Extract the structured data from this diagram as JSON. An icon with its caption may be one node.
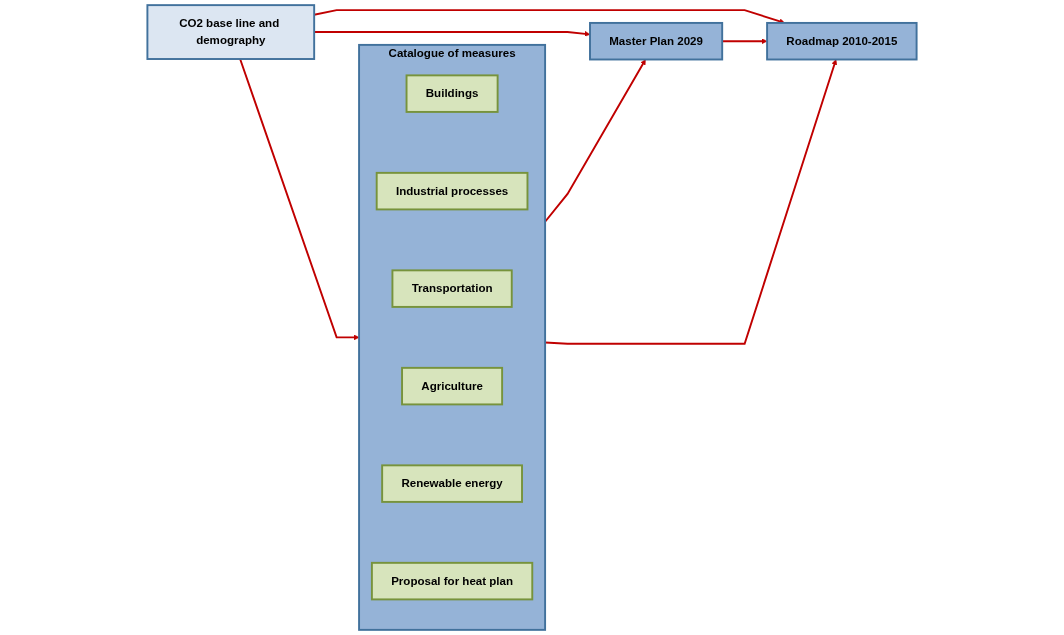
{
  "diagram": {
    "nodes": [
      {
        "text": [
          "Catalogue of measures"
        ]
      },
      {
        "text": [
          "Buildings"
        ],
        "in": 0
      },
      {
        "text": [
          "Industrial processes"
        ],
        "in": 0
      },
      {
        "text": [
          "Transportation"
        ],
        "in": 0
      },
      {
        "text": [
          "Agriculture"
        ],
        "in": 0
      },
      {
        "text": [
          "Renewable energy"
        ],
        "in": 0
      },
      {
        "text": [
          "Proposal for heat plan"
        ],
        "in": 0
      },
      {
        "text": [
          "CO2 base line and demography"
        ]
      },
      {
        "text": [
          "Master Plan 2029"
        ]
      },
      {
        "text": [
          "Roadmap 2010-2015"
        ]
      }
    ],
    "edges": [
      {
        "from": 0,
        "to": 8,
        "arrow": "to"
      },
      {
        "from": 7,
        "to": 0,
        "arrow": "to"
      },
      {
        "from": 7,
        "to": 8,
        "arrow": "to"
      },
      {
        "from": 7,
        "to": 9,
        "arrow": "to"
      },
      {
        "from": 8,
        "to": 9,
        "arrow": "to"
      },
      {
        "from": 0,
        "to": 9,
        "arrow": "to"
      }
    ]
  }
}
